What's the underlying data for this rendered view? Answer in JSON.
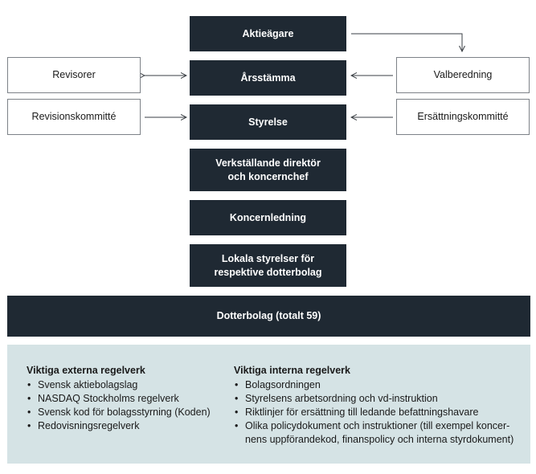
{
  "diagram": {
    "nodes": {
      "aktieagare": "Aktieägare",
      "arsstamma": "Årsstämma",
      "styrelse": "Styrelse",
      "vd": "Verkställande direktör och koncernchef",
      "koncernledning": "Koncernledning",
      "lokala": "Lokala styrelser för respektive dotterbolag",
      "dotterbolag": "Dotterbolag (totalt 59)",
      "revisorer": "Revisorer",
      "revisionskommitte": "Revisionskommitté",
      "valberedning": "Valberedning",
      "ersattningskommitte": "Ersättningskommitté"
    },
    "vd_lines": [
      "Verkställande direktör",
      "och koncernchef"
    ],
    "lokala_lines": [
      "Lokala styrelser för",
      "respektive dotterbolag"
    ],
    "edges": [
      {
        "from": "aktieagare",
        "to": "valberedning",
        "style": "arrow"
      },
      {
        "from": "revisorer",
        "to": "arsstamma",
        "style": "double-arrow"
      },
      {
        "from": "valberedning",
        "to": "arsstamma",
        "style": "arrow"
      },
      {
        "from": "revisionskommitte",
        "to": "styrelse",
        "style": "arrow"
      },
      {
        "from": "ersattningskommitte",
        "to": "styrelse",
        "style": "arrow"
      }
    ],
    "colors": {
      "dark_box": "#1f2933",
      "panel": "#d5e3e5",
      "border": "#7d8288"
    }
  },
  "regelverk": {
    "external": {
      "title": "Viktiga externa regelverk",
      "items": [
        "Svensk aktiebolagslag",
        "NASDAQ Stockholms regelverk",
        "Svensk kod för bolagsstyrning (Koden)",
        "Redovisningsregelverk"
      ]
    },
    "internal": {
      "title": "Viktiga interna regelverk",
      "items": [
        "Bolagsordningen",
        "Styrelsens arbetsordning och vd-instruktion",
        "Riktlinjer för ersättning till ledande befattningshavare"
      ],
      "last_item_lines": [
        "Olika policydokument och instruktioner (till exempel koncer-",
        "nens uppförandekod, finanspolicy och interna styrdokument)"
      ]
    }
  }
}
